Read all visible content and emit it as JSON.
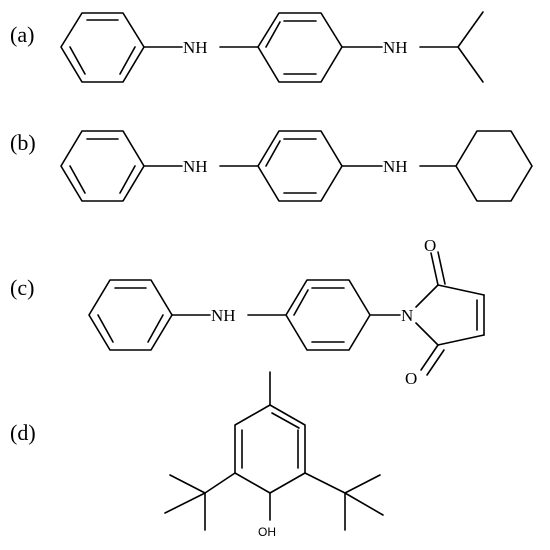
{
  "figure": {
    "panels": [
      {
        "label": "(a)",
        "atoms": {
          "nh1": "NH",
          "nh2": "NH"
        }
      },
      {
        "label": "(b)",
        "atoms": {
          "nh1": "NH",
          "nh2": "NH"
        }
      },
      {
        "label": "(c)",
        "atoms": {
          "nh1": "NH",
          "n": "N",
          "o1": "O",
          "o2": "O"
        }
      },
      {
        "label": "(d)",
        "atoms": {
          "oh": "OH"
        }
      }
    ]
  }
}
